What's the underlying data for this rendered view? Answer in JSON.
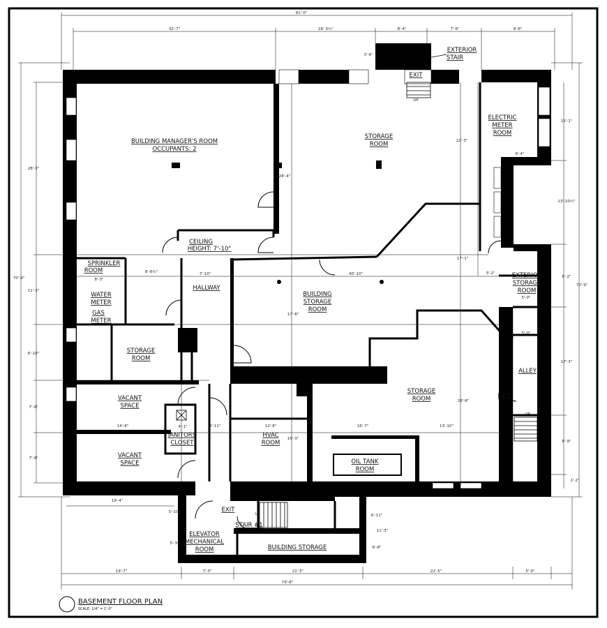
{
  "drawing": {
    "title": "BASEMENT FLOOR PLAN",
    "scale": "SCALE: 1/4\" = 1'-0\""
  },
  "rooms": {
    "manager_name": "BUILDING MANAGER'S ROOM",
    "manager_occ": "OCCUPANTS: 2",
    "storage_top_1": "STORAGE",
    "storage_top_2": "ROOM",
    "electric_1": "ELECTRIC",
    "electric_2": "METER",
    "electric_3": "ROOM",
    "exterior_stair_1": "EXTERIOR",
    "exterior_stair_2": "STAIR",
    "ceiling_1": "CEILING",
    "ceiling_2": "HEIGHT: 7'-10\"",
    "sprinkler_1": "SPRINKLER",
    "sprinkler_2": "ROOM",
    "water_1": "WATER",
    "water_2": "METER",
    "gas_1": "GAS",
    "gas_2": "METER",
    "hallway": "HALLWAY",
    "bldg_storage_1": "BUILDING",
    "bldg_storage_2": "STORAGE",
    "bldg_storage_3": "ROOM",
    "ext_storage_1": "EXTERIOR",
    "ext_storage_2": "STORAGE",
    "ext_storage_3": "ROOM",
    "storage_left_1": "STORAGE",
    "storage_left_2": "ROOM",
    "alley": "ALLEY",
    "vacant1_1": "VACANT",
    "vacant1_2": "SPACE",
    "vacant2_1": "VACANT",
    "vacant2_2": "SPACE",
    "janitor_1": "JANITORS",
    "janitor_2": "CLOSET",
    "hvac_1": "HVAC",
    "hvac_2": "ROOM",
    "storage_right_1": "STORAGE",
    "storage_right_2": "ROOM",
    "oil_1": "OIL TANK",
    "oil_2": "ROOM",
    "elevator_1": "ELEVATOR",
    "elevator_2": "MECHANICAL",
    "elevator_3": "ROOM",
    "stair1": "STAIR #1",
    "bldg_storage_bottom": "BUILDING  STORAGE"
  },
  "exits": {
    "top": "EXIT",
    "right": "EXIT",
    "bottom": "EXIT"
  },
  "dimensions": {
    "overall_top": "81'-0\"",
    "top_1": "32'-7\"",
    "top_2": "16'-3½\"",
    "top_3": "8'-4\"",
    "top_4": "7'-6\"",
    "top_5": "9'-6\"",
    "stair_w": "3'-6\"",
    "left_1": "28'-3\"",
    "left_overall": "70'-9\"",
    "left_2": "11'-3\"",
    "left_3": "6'-10\"",
    "left_4": "7'-9\"",
    "left_5": "7'-9\"",
    "right_1": "15'-1\"",
    "right_2": "13'-10½\"",
    "right_3": "6'-2\"",
    "right_overall": "70'-9\"",
    "right_4": "17'-3\"",
    "right_5": "8'-9\"",
    "right_6": "1'-2\"",
    "mgr_w": "28'-4\"",
    "stor_w": "22'-3\"",
    "elec_w": "6'-4\"",
    "hall_w": "7'-10\"",
    "sprink_w": "8'-3\"",
    "water_w": "8'-8½\"",
    "bsr_w": "40'-10\"",
    "bsr_h": "17'-8\"",
    "bsr_h2": "17'-1\"",
    "ext_w": "3'-2\"",
    "ext_w2": "5'-0\"",
    "alley_w": "5'-0\"",
    "vac_w": "14'-8\"",
    "jan_w": "4'-1\"",
    "corr_w": "4'-11\"",
    "hvac_w": "12'-8\"",
    "hvac_h": "16'-3\"",
    "sr_w1": "16'-7\"",
    "sr_w2": "13'-10\"",
    "sr_h": "28'-8\"",
    "bot_left": "19'-4\"",
    "bot_1": "19'-7\"",
    "bot_2": "7'-3\"",
    "bot_3": "21'-5\"",
    "bot_4": "22'-5\"",
    "bot_5": "5'-0\"",
    "bot_overall": "79'-8\"",
    "elev_h1": "5'-10\"",
    "elev_h2": "5'-3\"",
    "bs_h1": "6'-11\"",
    "bs_h2": "6'-8\"",
    "bs_h3": "11'-3\""
  },
  "marks": {
    "up_1": "UP",
    "up_2": "UP",
    "up_3": "UP"
  }
}
